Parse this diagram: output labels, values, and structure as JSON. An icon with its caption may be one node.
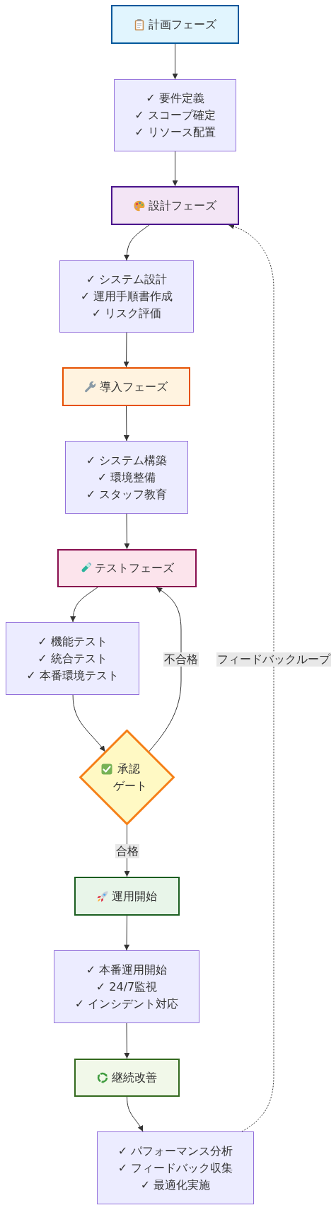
{
  "diagram": {
    "nodes": [
      {
        "text": [
          "計画フェーズ"
        ]
      },
      {
        "text": [
          "✓ 要件定義",
          "✓ スコープ確定",
          "✓ リソース配置"
        ]
      },
      {
        "text": [
          "設計フェーズ"
        ]
      },
      {
        "text": [
          "✓ システム設計",
          "✓ 運用手順書作成",
          "✓ リスク評価"
        ]
      },
      {
        "text": [
          "導入フェーズ"
        ]
      },
      {
        "text": [
          "✓ システム構築",
          "✓ 環境整備",
          "✓ スタッフ教育"
        ]
      },
      {
        "text": [
          "テストフェーズ"
        ]
      },
      {
        "text": [
          "✓ 機能テスト",
          "✓ 統合テスト",
          "✓ 本番環境テスト"
        ]
      },
      {
        "text": [
          "承認ゲート"
        ]
      },
      {
        "text": [
          "運用開始"
        ]
      },
      {
        "text": [
          "✓ 本番運用開始",
          "✓ 24/7監視",
          "✓ インシデント対応"
        ]
      },
      {
        "text": [
          "継続改善"
        ]
      },
      {
        "text": [
          "✓ パフォーマンス分析",
          "✓ フィードバック収集",
          "✓ 最適化実施"
        ]
      }
    ],
    "edges": [
      {
        "from": 0,
        "to": 1,
        "arrow": "to"
      },
      {
        "from": 1,
        "to": 2,
        "arrow": "to"
      },
      {
        "from": 2,
        "to": 3,
        "arrow": "to"
      },
      {
        "from": 3,
        "to": 4,
        "arrow": "to"
      },
      {
        "from": 4,
        "to": 5,
        "arrow": "to"
      },
      {
        "from": 5,
        "to": 6,
        "arrow": "to"
      },
      {
        "from": 6,
        "to": 7,
        "arrow": "to"
      },
      {
        "from": 7,
        "to": 8,
        "arrow": "to"
      },
      {
        "from": 8,
        "to": 6,
        "arrow": "to",
        "label": "不合格"
      },
      {
        "from": 8,
        "to": 9,
        "arrow": "to",
        "label": "合格"
      },
      {
        "from": 9,
        "to": 10,
        "arrow": "to"
      },
      {
        "from": 10,
        "to": 11,
        "arrow": "to"
      },
      {
        "from": 11,
        "to": 12,
        "arrow": "to"
      },
      {
        "from": 12,
        "to": 2,
        "arrow": "to",
        "label": "フィードバックループ",
        "style": "dashed"
      }
    ]
  }
}
